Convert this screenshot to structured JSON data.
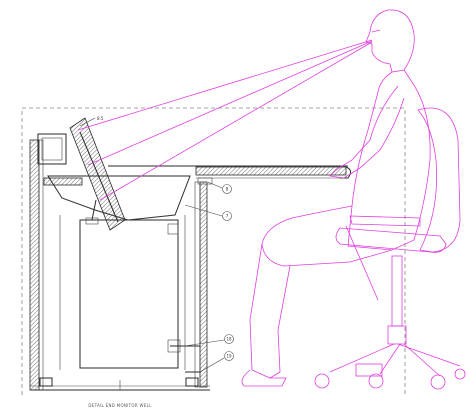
{
  "drawing": {
    "caption": "DETAIL END MONITOR WELL",
    "callouts": [
      {
        "id": "c1",
        "label": "8.5"
      },
      {
        "id": "c2",
        "label": "8"
      },
      {
        "id": "c3",
        "label": "7"
      },
      {
        "id": "c4",
        "label": "18"
      },
      {
        "id": "c5",
        "label": "19"
      }
    ],
    "colors": {
      "linework": "#2a2a2a",
      "ergonomic_figure": "#e03ee0",
      "dashed_outline": "#888888"
    }
  }
}
